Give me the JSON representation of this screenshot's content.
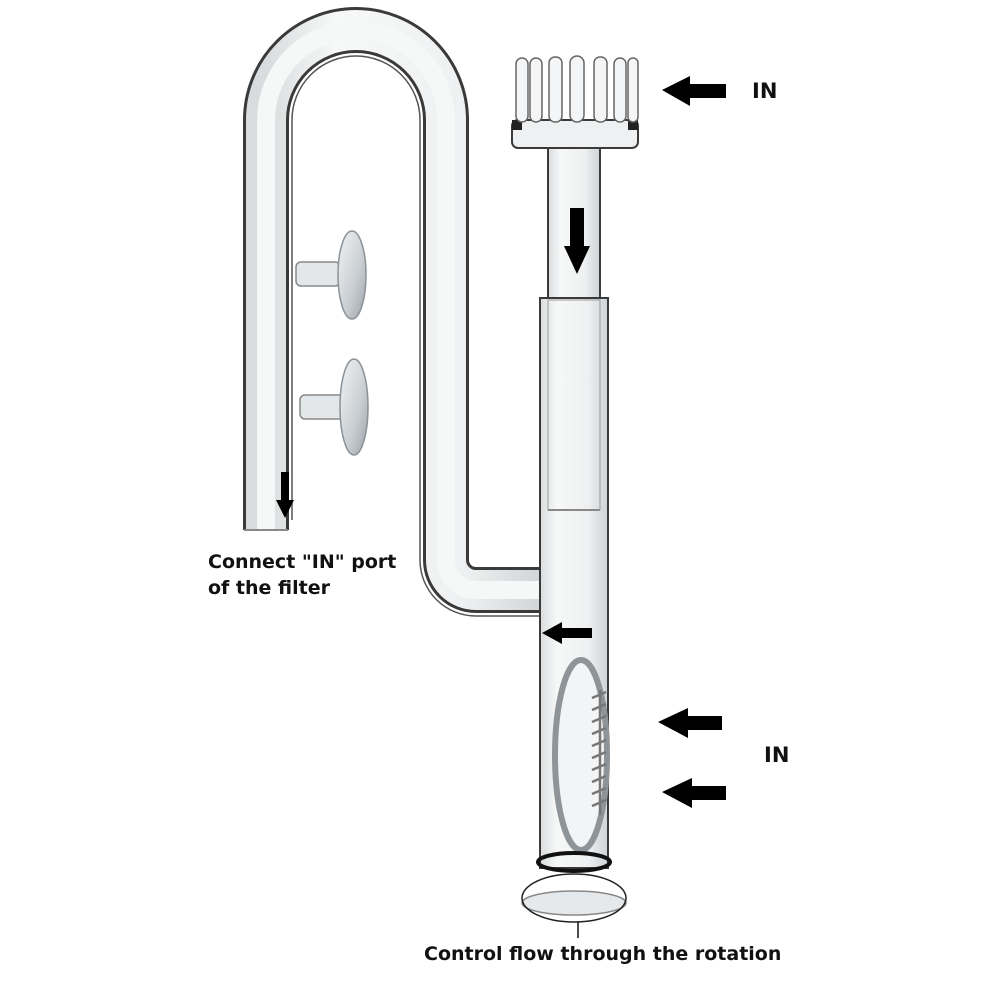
{
  "diagram": {
    "subject": "Aquarium glass inflow skimmer pipe",
    "colors": {
      "background": "#ffffff",
      "arrow": "#000000",
      "glass_edge": "#3a3a3a",
      "glass_fill": "#eef0f1",
      "suction_cup": "#c8ccd0"
    }
  },
  "labels": {
    "top_in": "IN",
    "side_in": "IN",
    "outlet_line1": "Connect \"IN\" port",
    "outlet_line2": "of the filter",
    "bottom": "Control flow through the rotation"
  },
  "arrows": [
    {
      "id": "top-in-arrow",
      "direction": "left"
    },
    {
      "id": "down-flow-arrow",
      "direction": "down"
    },
    {
      "id": "outlet-down-arrow",
      "direction": "down"
    },
    {
      "id": "junction-arrow",
      "direction": "left"
    },
    {
      "id": "side-in-arrow-upper",
      "direction": "left"
    },
    {
      "id": "side-in-arrow-lower",
      "direction": "left"
    }
  ]
}
